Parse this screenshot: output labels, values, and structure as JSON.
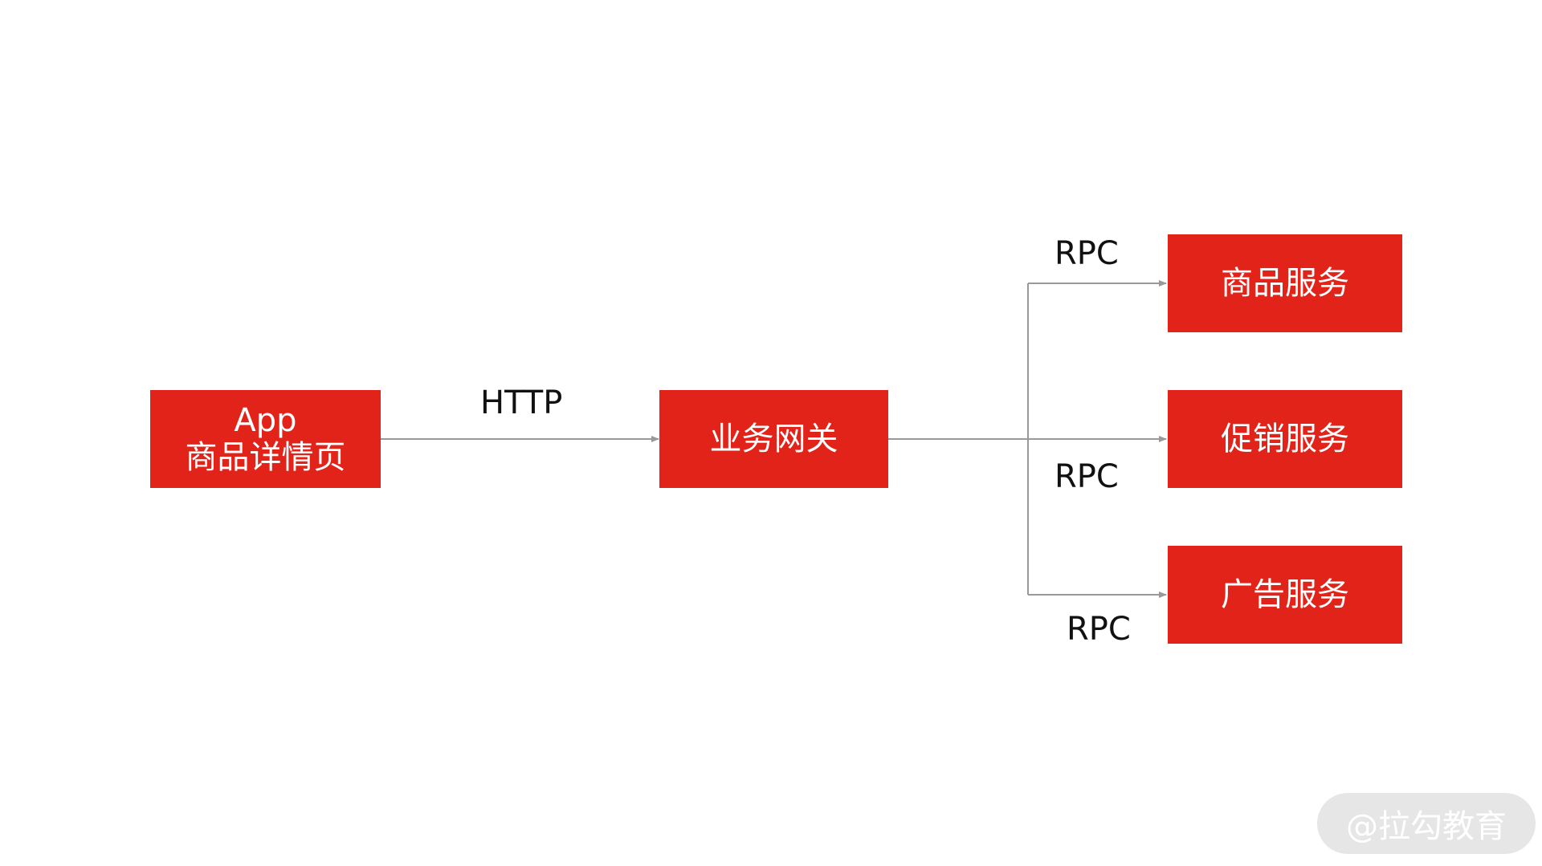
{
  "diagram": {
    "nodes": {
      "app": {
        "line1": "App",
        "line2": "商品详情页"
      },
      "gateway": {
        "label": "业务网关"
      },
      "product_service": {
        "label": "商品服务"
      },
      "promotion_service": {
        "label": "促销服务"
      },
      "ad_service": {
        "label": "广告服务"
      }
    },
    "edges": {
      "app_to_gateway": {
        "label": "HTTP"
      },
      "gateway_to_product": {
        "label": "RPC"
      },
      "gateway_to_promotion": {
        "label": "RPC"
      },
      "gateway_to_ad": {
        "label": "RPC"
      }
    },
    "colors": {
      "node_fill": "#e2231a",
      "node_text": "#ffffff",
      "connector": "#999999",
      "label_text": "#111111"
    }
  },
  "watermark": {
    "text": "@拉勾教育"
  }
}
